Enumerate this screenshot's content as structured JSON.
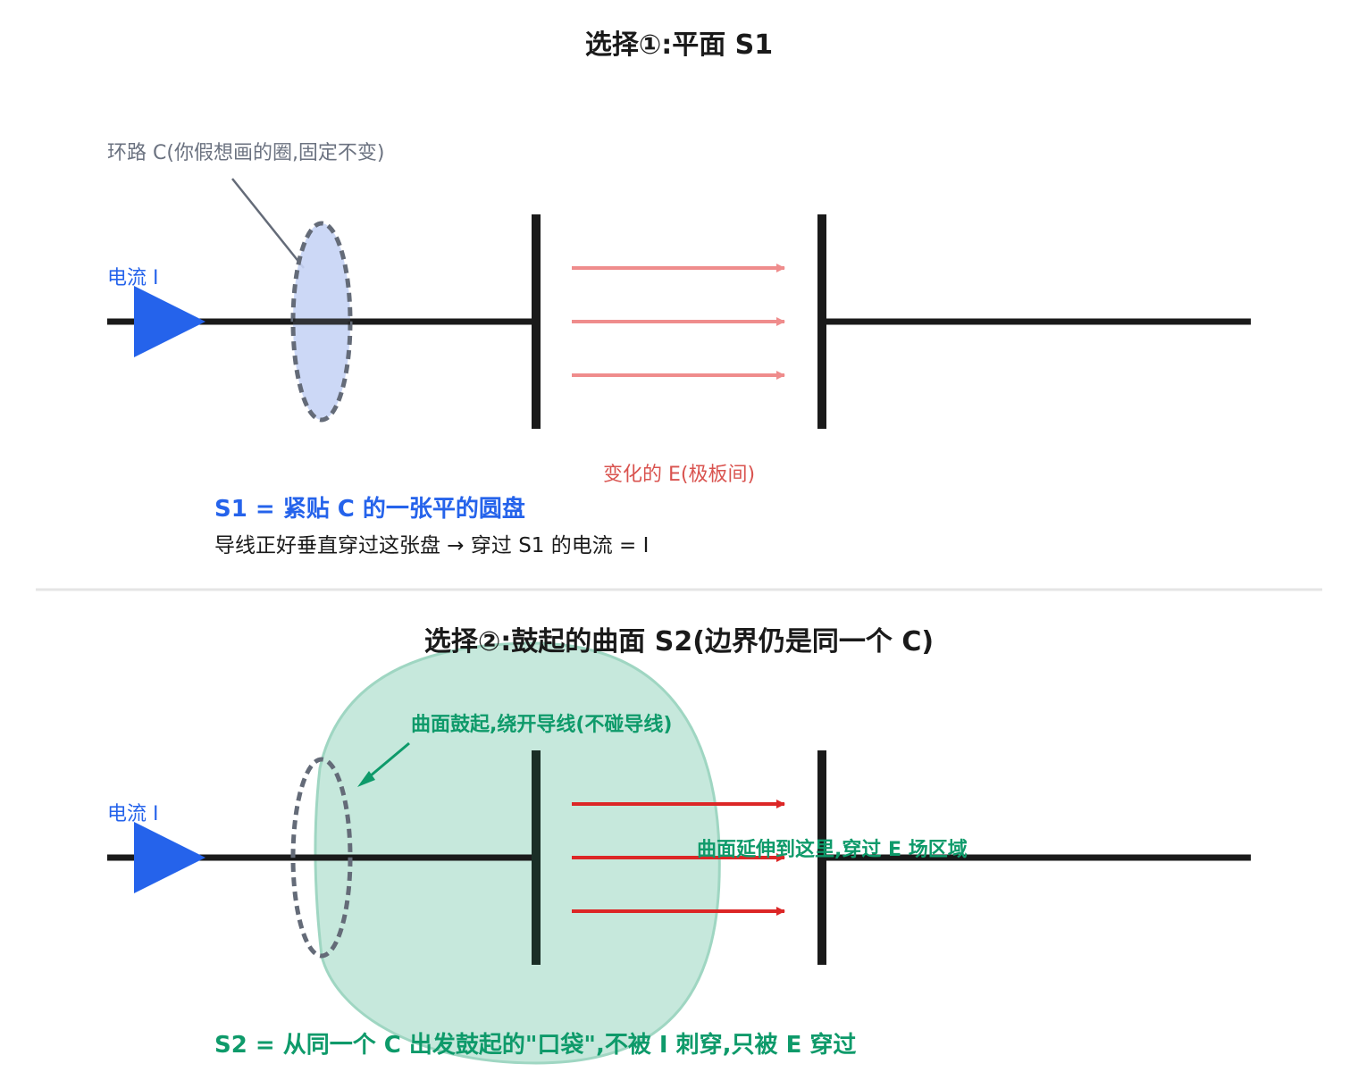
{
  "panel1": {
    "title": "选择①:平面 S1",
    "loop_label": "环路 C(你假想画的圈,固定不变)",
    "current_label": "电流 I",
    "efield_label": "变化的 E(极板间)",
    "desc_title": "S1 = 紧贴 C 的一张平的圆盘",
    "desc_body": "导线正好垂直穿过这张盘 → 穿过 S1 的电流 = I"
  },
  "panel2": {
    "title": "选择②:鼓起的曲面 S2(边界仍是同一个 C)",
    "current_label": "电流 I",
    "bulge_note": "曲面鼓起,绕开导线(不碰导线)",
    "extend_note": "曲面延伸到这里,穿过 E 场区域",
    "desc_title": "S2 = 从同一个 C 出发鼓起的\"口袋\",不被 I 刺穿,只被 E 穿过"
  },
  "colors": {
    "wire": "#1a1a1a",
    "current": "#2563eb",
    "disc_fill": "#c7d4f5",
    "loop_dash": "#646b78",
    "efield_light": "#ef8c8c",
    "efield_dark": "#dc2626",
    "efield_label": "#d9534f",
    "pocket_fill": "#c6e8dc",
    "pocket_stroke": "#9fd6c2",
    "green_text": "#0e9a6a",
    "divider": "#e5e5e5",
    "gray_text": "#6b7280"
  }
}
